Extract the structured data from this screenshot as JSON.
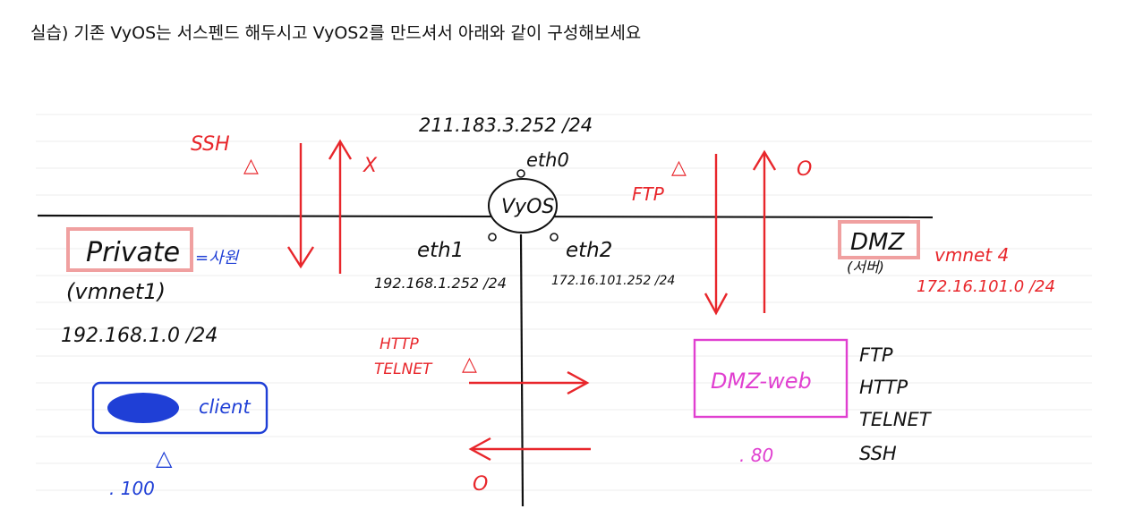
{
  "title": "실습) 기존 VyOS는 서스펜드 해두시고 VyOS2를 만드셔서 아래와 같이 구성해보세요",
  "colors": {
    "ink": "#111111",
    "red": "#e8262b",
    "blue": "#1f3fd6",
    "magenta": "#e03fd0",
    "pink": "#f0a0a0"
  },
  "router": {
    "label": "VyOS",
    "wan_ip": "211.183.3.252 /24",
    "eth0": "eth0",
    "eth1": "eth1",
    "eth2": "eth2",
    "eth1_ip": "192.168.1.252 /24",
    "eth2_ip": "172.16.101.252 /24"
  },
  "private": {
    "label": "Private",
    "note": "=사원",
    "vmnet": "(vmnet1)",
    "subnet": "192.168.1.0 /24"
  },
  "dmz": {
    "label": "DMZ",
    "sub": "(서버)",
    "vmnet": "vmnet 4",
    "subnet": "172.16.101.0 /24"
  },
  "wan_rules": {
    "ssh": "SSH",
    "ssh_mark": "△",
    "deny_mark": "X",
    "ftp": "FTP",
    "ftp_mark": "△",
    "allow_mark": "O"
  },
  "inner_rules": {
    "http": "HTTP",
    "telnet": "TELNET",
    "mark": "△",
    "return_mark": "O"
  },
  "client": {
    "label": "client",
    "mark": "△",
    "host": ". 100"
  },
  "dmz_web": {
    "label": "DMZ-web",
    "host": ". 80",
    "services": [
      "FTP",
      "HTTP",
      "TELNET",
      "SSH"
    ]
  }
}
